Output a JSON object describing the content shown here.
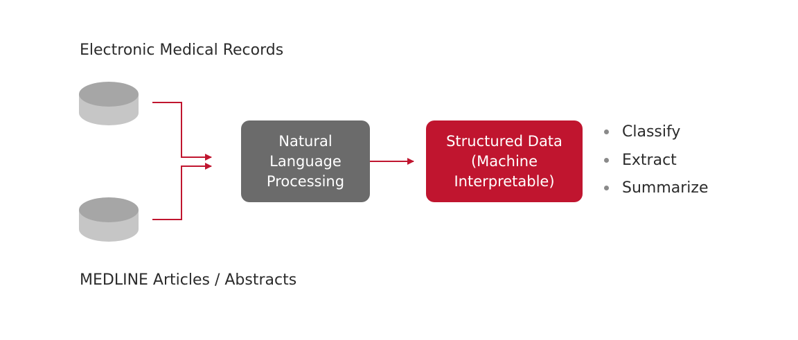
{
  "sources": {
    "top_label": "Electronic Medical Records",
    "bottom_label": "MEDLINE Articles / Abstracts"
  },
  "nlp_box": {
    "lines": [
      "Natural",
      "Language",
      "Processing"
    ]
  },
  "structured_box": {
    "lines": [
      "Structured Data",
      "(Machine",
      "Interpretable)"
    ]
  },
  "actions": [
    "Classify",
    "Extract",
    "Summarize"
  ],
  "colors": {
    "accent_red": "#c0152f",
    "nlp_gray": "#6b6b6b",
    "database_gray": "#a6a6a6",
    "database_light": "#c6c6c6",
    "text": "#2b2b2b",
    "bullet": "#8a8a8a"
  }
}
